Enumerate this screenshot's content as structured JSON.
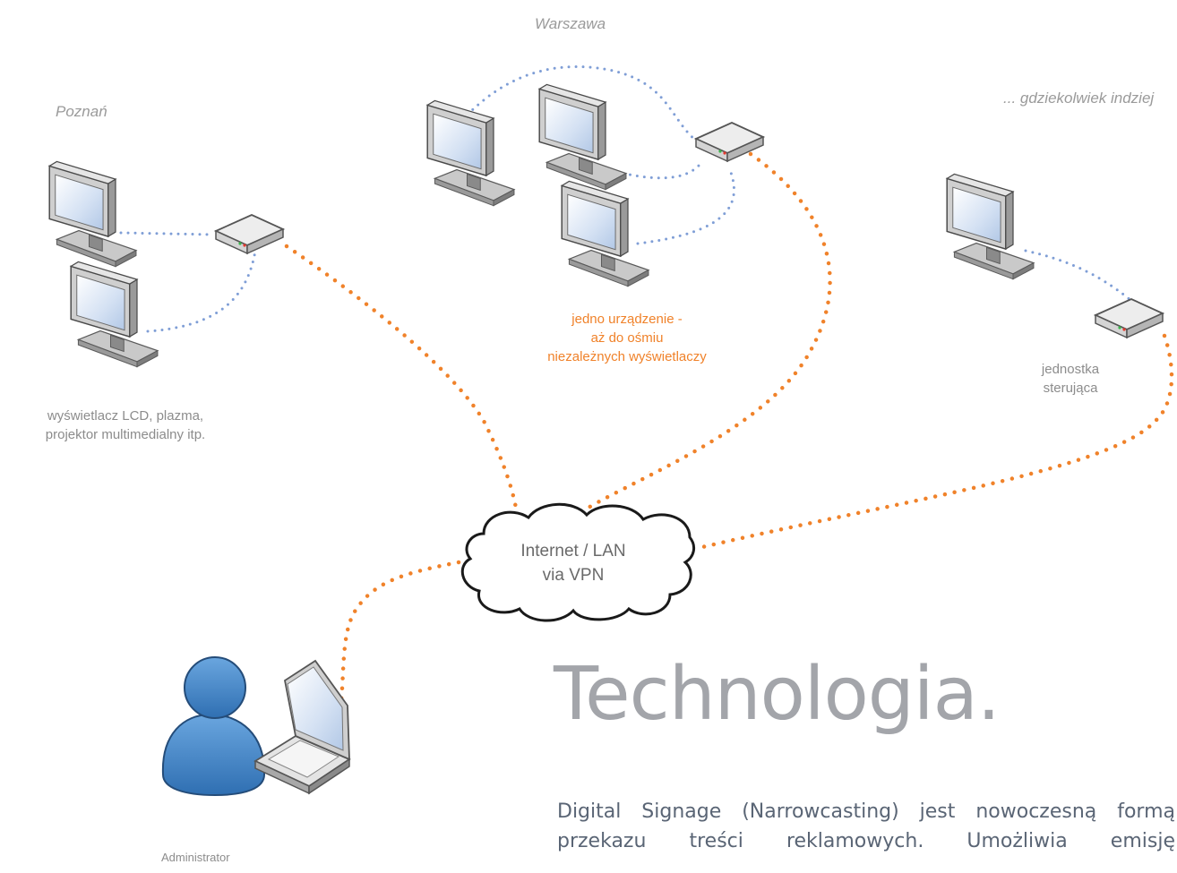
{
  "locations": {
    "poznan": "Poznań",
    "warszawa": "Warszawa",
    "elsewhere": "... gdziekolwiek indziej"
  },
  "captions": {
    "displays": "wyświetlacz LCD, plazma,\nprojektor multimedialny itp.",
    "one_device": "jedno urządzenie -\naż do ośmiu\nniezależnych wyświetlaczy",
    "control_unit": "jednostka\nsterująca",
    "cloud": "Internet / LAN\nvia VPN",
    "administrator": "Administrator"
  },
  "heading": "Technologia.",
  "body": "Digital Signage (Narrowcasting) jest nowoczesną formą przekazu treści reklamowych. Umożliwia emisję",
  "colors": {
    "orange_link": "#f0822a",
    "blue_link": "#7f9ed6",
    "heading": "#a3a5aa",
    "admin_figure": "#3f7fc0"
  }
}
